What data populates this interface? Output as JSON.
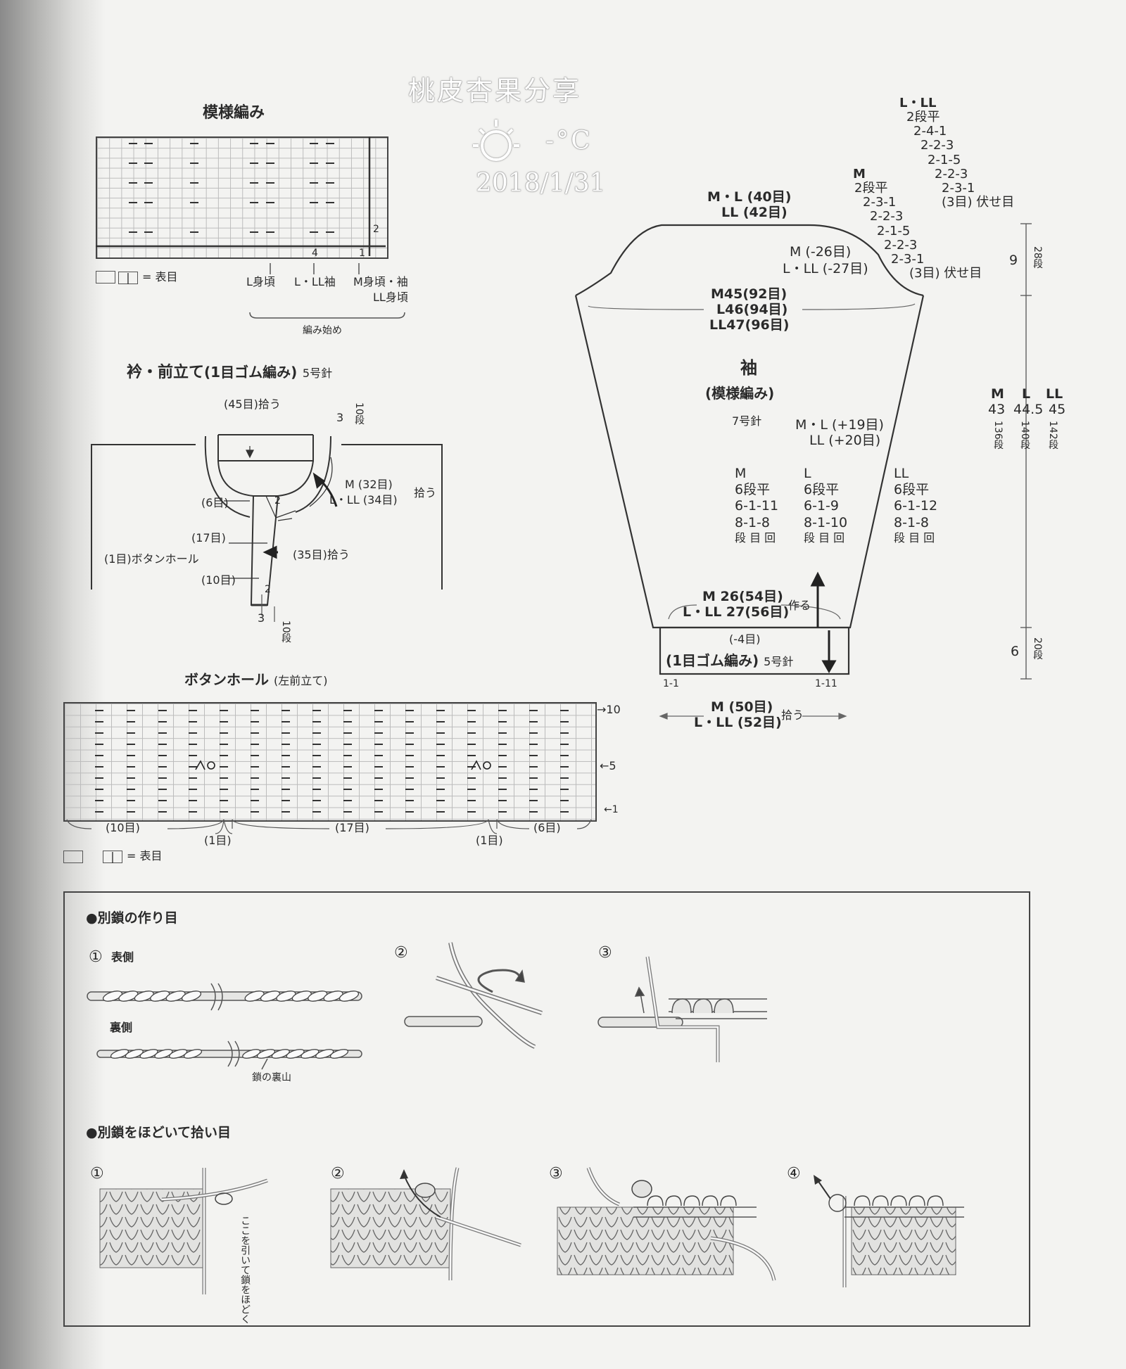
{
  "watermark": {
    "line1": "桃皮杏果分享",
    "line2": "-°C",
    "line3": "2018/1/31"
  },
  "pattern_chart": {
    "title": "模様編み",
    "legend": "= 表目",
    "nums": [
      "2",
      "4",
      "1"
    ],
    "labels": [
      "L身頃",
      "L・LL袖",
      "M身頃・袖",
      "LL身頃"
    ],
    "start": "編み始め"
  },
  "collar": {
    "title": "衿・前立て",
    "subtitle": "(1目ゴム編み)",
    "needle": "5号針",
    "pick_top": "(45目)拾う",
    "top_3": "3",
    "top_rows": "10段",
    "m_label": "M (32目)",
    "l_label": "L・LL (34目)",
    "pick_mid": "拾う",
    "six": "(6目)",
    "seventeen": "(17目)",
    "hole": "(1目)ボタンホール",
    "ten": "(10目)",
    "pick35": "(35目)拾う",
    "bot_3": "3",
    "bot_rows": "10段",
    "small1": "2",
    "small2": "2"
  },
  "buttonhole": {
    "title": "ボタンホール",
    "subtitle": "(左前立て)",
    "row10": "→10",
    "row5": "←5",
    "row1": "←1",
    "seg": [
      "(10目)",
      "(1目)",
      "(17目)",
      "(1目)",
      "(6目)"
    ],
    "legend": "= 表目"
  },
  "sleeve": {
    "top_ml": "M・L (40目)",
    "top_ll": "LL (42目)",
    "dec_m": "M (-26目)",
    "dec_lll": "L・LL (-27目)",
    "width_m": "M45(92目)",
    "width_l": "L46(94目)",
    "width_ll": "LL47(96目)",
    "name": "袖",
    "pattern": "(模様編み)",
    "needle7": "7号針",
    "inc_ml": "M・L (+19目)",
    "inc_ll": "LL (+20目)",
    "m_col": [
      "M",
      "6段平",
      "6-1-11",
      "8-1-8",
      "段 目 回"
    ],
    "l_col": [
      "L",
      "6段平",
      "6-1-9",
      "8-1-10",
      "段 目 回"
    ],
    "ll_col": [
      "LL",
      "6段平",
      "6-1-12",
      "8-1-8",
      "段 目 回"
    ],
    "cast_m": "M 26(54目)",
    "cast_lll": "L・LL 27(56目)",
    "cast_make": "作る",
    "minus4": "(-4目)",
    "rib": "(1目ゴム編み)",
    "rib_needle": "5号針",
    "rib_marks_left": "1-1",
    "rib_marks_right": "1-11",
    "pick_m": "M (50目)",
    "pick_lll": "L・LL (52目)",
    "pick": "拾う",
    "cap_lll": [
      "L・LL",
      "2段平",
      "2-4-1",
      "2-2-3",
      "2-1-5",
      "2-2-3",
      "2-3-1",
      "(3目) 伏せ目"
    ],
    "cap_m": [
      "M",
      "2段平",
      "2-3-1",
      "2-2-3",
      "2-1-5",
      "2-2-3",
      "2-3-1",
      "(3目) 伏せ目"
    ],
    "dim_cap_cm": "9",
    "dim_cap_rows": "28段",
    "size_m": "M",
    "size_l": "L",
    "size_ll": "LL",
    "body_m_cm": "43",
    "body_l_cm": "44.5",
    "body_ll_cm": "45",
    "body_m_rows": "136段",
    "body_l_rows": "140段",
    "body_ll_rows": "142段",
    "dim_rib_cm": "6",
    "dim_rib_rows": "20段"
  },
  "technique": {
    "sec1": "●別鎖の作り目",
    "s1_num": "①",
    "s1_front": "表側",
    "s1_back": "裏側",
    "s1_note": "鎖の裏山",
    "s2_num": "②",
    "s3_num": "③",
    "sec2": "●別鎖をほどいて拾い目",
    "p1_num": "①",
    "p1_note": "ここを引いて鎖をほどく",
    "p2_num": "②",
    "p3_num": "③",
    "p4_num": "④"
  }
}
